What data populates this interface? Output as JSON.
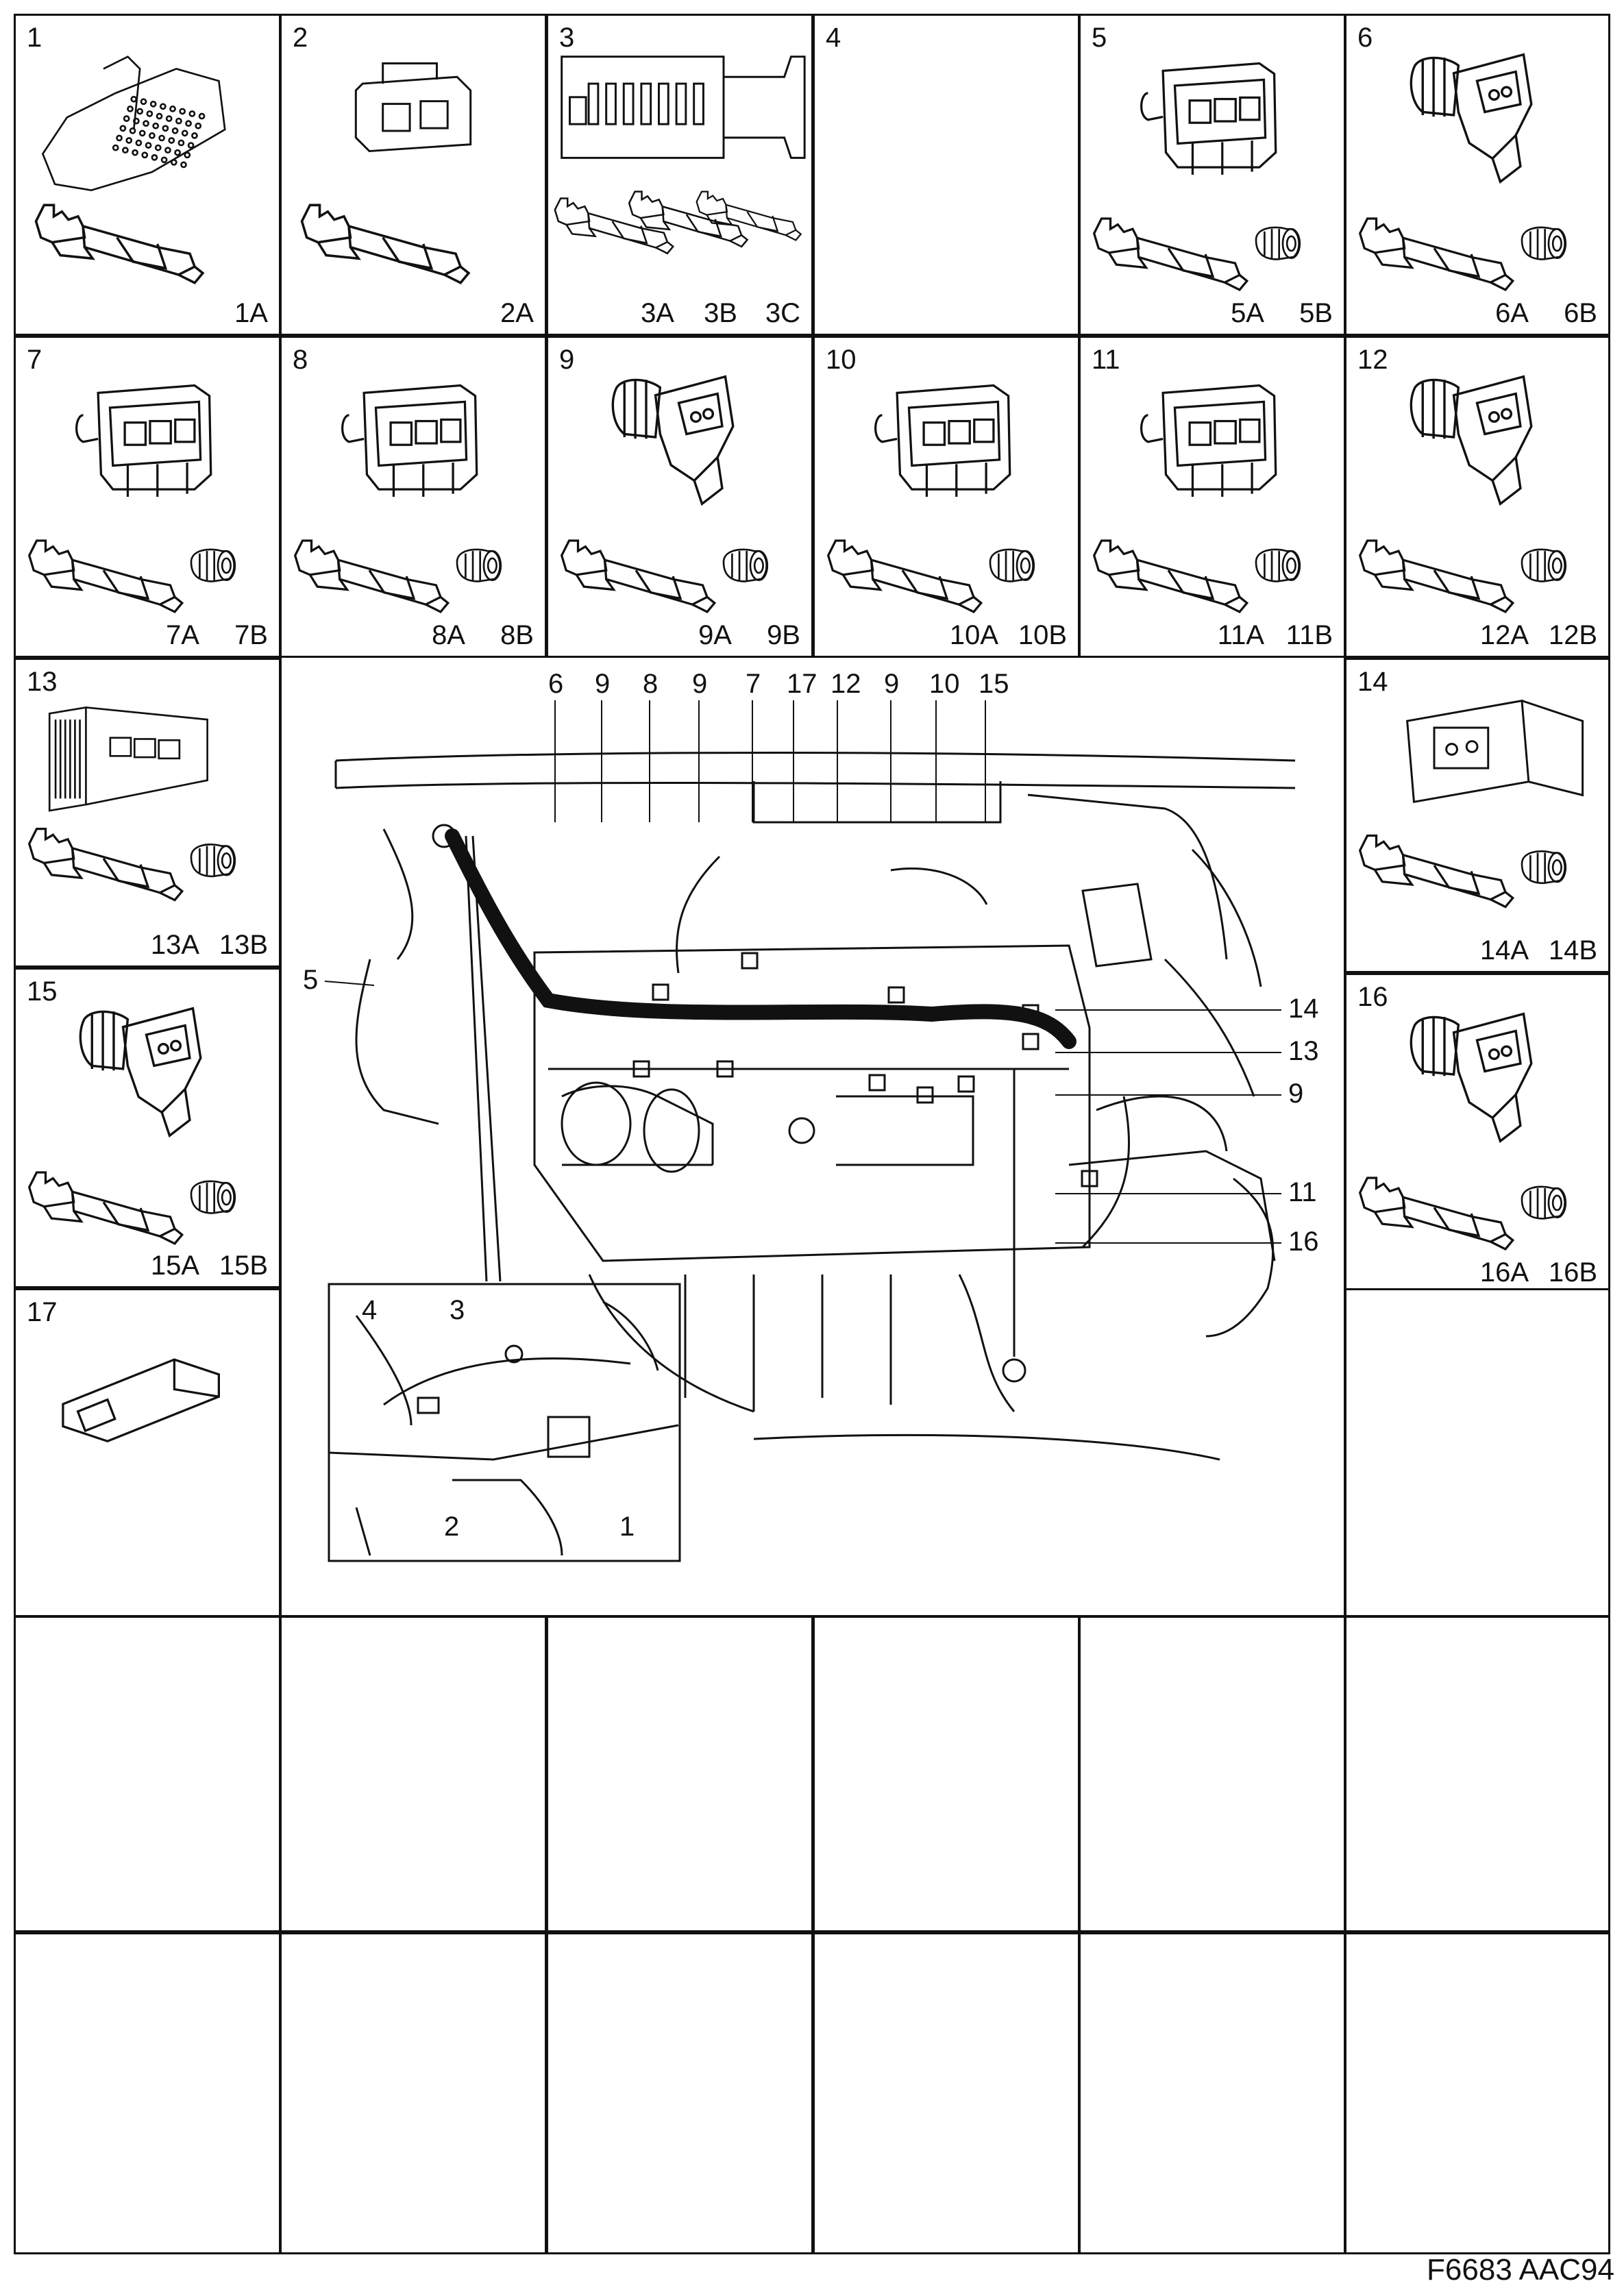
{
  "figure_code": "F6683 AAC94",
  "connector_cells": [
    {
      "number": "1",
      "parts": [
        "1A"
      ],
      "type": "ecu-connector"
    },
    {
      "number": "2",
      "parts": [
        "2A"
      ],
      "type": "small-block"
    },
    {
      "number": "3",
      "parts": [
        "3A",
        "3B",
        "3C"
      ],
      "type": "fuse-box"
    },
    {
      "number": "4",
      "parts": [],
      "type": "empty"
    },
    {
      "number": "5",
      "parts": [
        "5A",
        "5B"
      ],
      "type": "housing"
    },
    {
      "number": "6",
      "parts": [
        "6A",
        "6B"
      ],
      "type": "round-plug"
    },
    {
      "number": "7",
      "parts": [
        "7A",
        "7B"
      ],
      "type": "housing"
    },
    {
      "number": "8",
      "parts": [
        "8A",
        "8B"
      ],
      "type": "housing"
    },
    {
      "number": "9",
      "parts": [
        "9A",
        "9B"
      ],
      "type": "round-plug"
    },
    {
      "number": "10",
      "parts": [
        "10A",
        "10B"
      ],
      "type": "housing"
    },
    {
      "number": "11",
      "parts": [
        "11A",
        "11B"
      ],
      "type": "housing"
    },
    {
      "number": "12",
      "parts": [
        "12A",
        "12B"
      ],
      "type": "round-plug"
    },
    {
      "number": "13",
      "parts": [
        "13A",
        "13B"
      ],
      "type": "flat-block"
    },
    {
      "number": "14",
      "parts": [
        "14A",
        "14B"
      ],
      "type": "square-block"
    },
    {
      "number": "15",
      "parts": [
        "15A",
        "15B"
      ],
      "type": "round-plug"
    },
    {
      "number": "16",
      "parts": [
        "16A",
        "16B"
      ],
      "type": "round-plug"
    },
    {
      "number": "17",
      "parts": [],
      "type": "blade"
    }
  ],
  "overview_callouts": {
    "top": [
      "6",
      "9",
      "8",
      "9",
      "7",
      "17",
      "12",
      "9",
      "10",
      "15"
    ],
    "left": [
      "5"
    ],
    "right": [
      "14",
      "13",
      "9",
      "11",
      "16"
    ],
    "inset": [
      "4",
      "3",
      "2",
      "1"
    ]
  },
  "colors": {
    "line": "#111111",
    "background": "#ffffff"
  }
}
